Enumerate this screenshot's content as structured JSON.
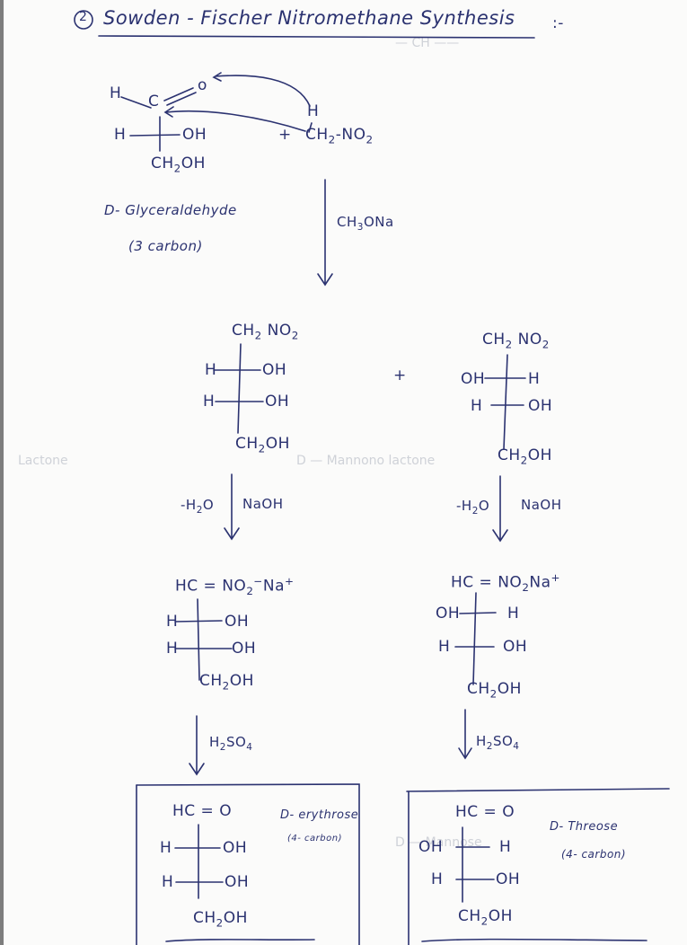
{
  "header": {
    "number": "2",
    "title": "Sowden - Fischer Nitromethane Synthesis",
    "suffix": ":-"
  },
  "step1": {
    "reactant1": {
      "name": "D- Glyceraldehyde",
      "note": "(3 carbon)",
      "top": "H",
      "carbonyl": "C=O",
      "row1_left": "H",
      "row1_right": "OH",
      "bottom": "CH2OH"
    },
    "plus": "+",
    "reactant2": {
      "h_label": "H",
      "formula": "CH2-NO2"
    },
    "reagent": "CH3ONa"
  },
  "intermediates_a": [
    {
      "top": "CH2 NO2",
      "rows": [
        {
          "left": "H",
          "right": "OH"
        },
        {
          "left": "H",
          "right": "OH"
        }
      ],
      "bottom": "CH2OH"
    },
    {
      "top": "CH2 NO2",
      "rows": [
        {
          "left": "OH",
          "right": "H"
        },
        {
          "left": "H",
          "right": "OH"
        }
      ],
      "bottom": "CH2OH"
    }
  ],
  "plus_between": "+",
  "step2": {
    "left_reagent": "-H2O",
    "right_reagent": "NaOH"
  },
  "intermediates_b": [
    {
      "top": "HC = NO2⁻Na⁺",
      "rows": [
        {
          "left": "H",
          "right": "OH"
        },
        {
          "left": "H",
          "right": "OH"
        }
      ],
      "bottom": "CH2OH"
    },
    {
      "top": "HC = NO2⁻Na⁺",
      "rows": [
        {
          "left": "OH",
          "right": "H"
        },
        {
          "left": "H",
          "right": "OH"
        }
      ],
      "bottom": "CH2OH"
    }
  ],
  "step3": {
    "reagent": "H2SO4"
  },
  "products": [
    {
      "top": "HC = O",
      "rows": [
        {
          "left": "H",
          "right": "OH"
        },
        {
          "left": "H",
          "right": "OH"
        }
      ],
      "bottom": "CH2OH",
      "name": "D- erythrose",
      "note": "(4- carbon)"
    },
    {
      "top": "HC = O",
      "rows": [
        {
          "left": "OH",
          "right": "H"
        },
        {
          "left": "H",
          "right": "OH"
        }
      ],
      "bottom": "CH2OH",
      "name": "D- Threose",
      "note": "(4- carbon)"
    }
  ],
  "colors": {
    "ink": "#2b3270",
    "paper": "#fbfbfa",
    "bleed": "#cfd2d8"
  }
}
